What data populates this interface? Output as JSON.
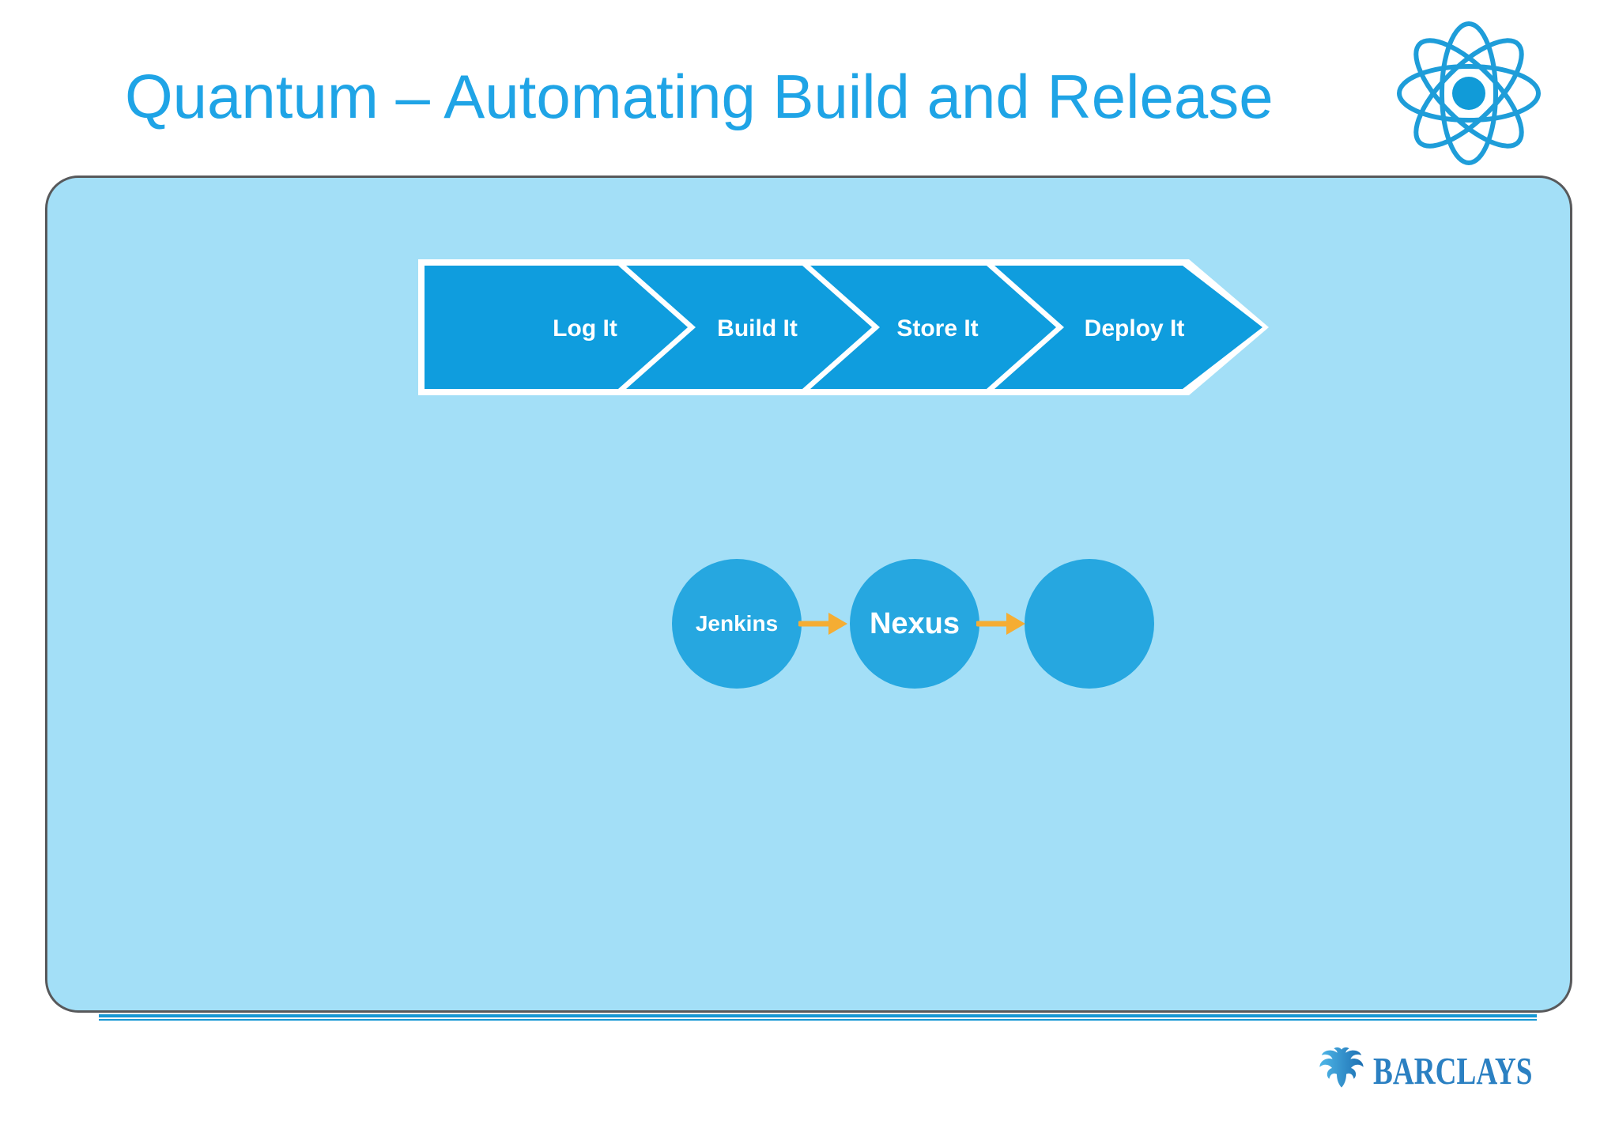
{
  "slide": {
    "title": "Quantum – Automating Build and Release",
    "footer_logo_text": "BARCLAYS"
  },
  "process_flow": {
    "steps": [
      {
        "label": "Log It"
      },
      {
        "label": "Build It"
      },
      {
        "label": "Store It"
      },
      {
        "label": "Deploy It"
      }
    ]
  },
  "pipeline_tools": {
    "nodes": [
      {
        "label": "Jenkins"
      },
      {
        "label": "Nexus"
      },
      {
        "label": ""
      }
    ]
  },
  "icons": {
    "header_icon": "atom-icon",
    "footer_icon": "barclays-eagle-icon",
    "connector_icon": "arrow-right-icon"
  },
  "colors": {
    "title_blue": "#1FA4E6",
    "panel_fill": "#A3DFF7",
    "panel_border": "#58595B",
    "chevron_blue": "#0F9DDE",
    "circle_blue": "#26A7E0",
    "arrow_yellow": "#F5AD33",
    "rule_blue": "#1697D4",
    "barclays_blue": "#2B80C2"
  }
}
